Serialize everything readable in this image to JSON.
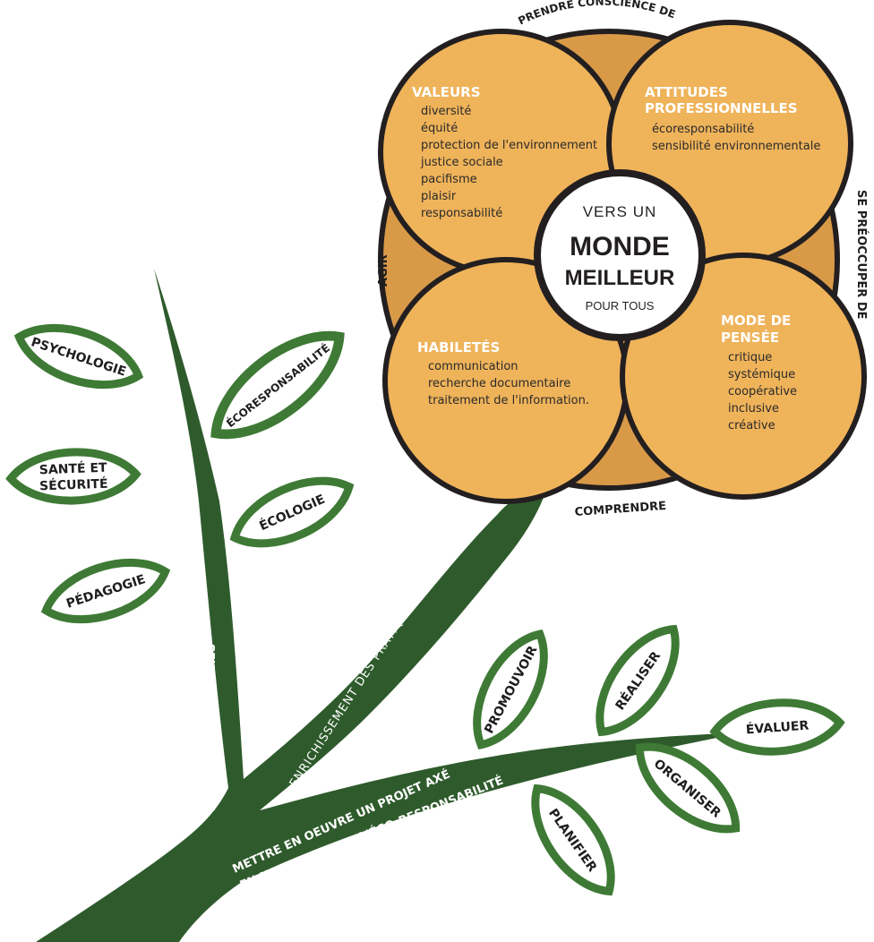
{
  "center": {
    "line1": "VERS UN",
    "line2": "MONDE",
    "line3": "MEILLEUR",
    "line4": "POUR TOUS"
  },
  "ring_labels": {
    "top": "PRENDRE CONSCIENCE DE",
    "right": "SE PRÉOCCUPER DE",
    "bottom": "COMPRENDRE",
    "left": "AGIR"
  },
  "petals": {
    "valeurs": {
      "title": "VALEURS",
      "items": [
        "diversité",
        "équité",
        "protection de l'environnement",
        "justice sociale",
        "pacifisme",
        "plaisir",
        "responsabilité"
      ]
    },
    "attitudes": {
      "title_line1": "ATTITUDES",
      "title_line2": "PROFESSIONNELLES",
      "items": [
        "écoresponsabilité",
        "sensibilité environnementale"
      ]
    },
    "habiletes": {
      "title": "HABILETÉS",
      "items": [
        "communication",
        "recherche documentaire",
        "traitement de l'information."
      ]
    },
    "mode": {
      "title_line1": "MODE DE",
      "title_line2": "PENSÉE",
      "items": [
        "critique",
        "systémique",
        "coopérative",
        "inclusive",
        "créative"
      ]
    }
  },
  "branches": {
    "left_trunk": "ASPECTS DISCIPLINAIRES",
    "middle_trunk": "ENRICHISSEMENT DES PRATIQUES",
    "right_line1": "METTRE EN OEUVRE UN PROJET AXÉ",
    "right_line2": "EN NATURE ET SUR L'ÉCO-RESPONSABILITÉ"
  },
  "leaves": {
    "psychologie": "PSYCHOLOGIE",
    "sante_line1": "SANTÉ ET",
    "sante_line2": "SÉCURITÉ",
    "pedagogie": "PÉDAGOGIE",
    "ecoresponsabilite": "ÉCORESPONSABILITÉ",
    "ecologie": "ÉCOLOGIE",
    "promouvoir": "PROMOUVOIR",
    "realiser": "RÉALISER",
    "evaluer": "ÉVALUER",
    "organiser": "ORGANISER",
    "planifier": "PLANIFIER"
  },
  "colors": {
    "petal": "#EFB35A",
    "petal_under": "#D99A48",
    "outline": "#231F20",
    "tree": "#2F5B2C",
    "leaf_rim": "#3E7A35"
  }
}
